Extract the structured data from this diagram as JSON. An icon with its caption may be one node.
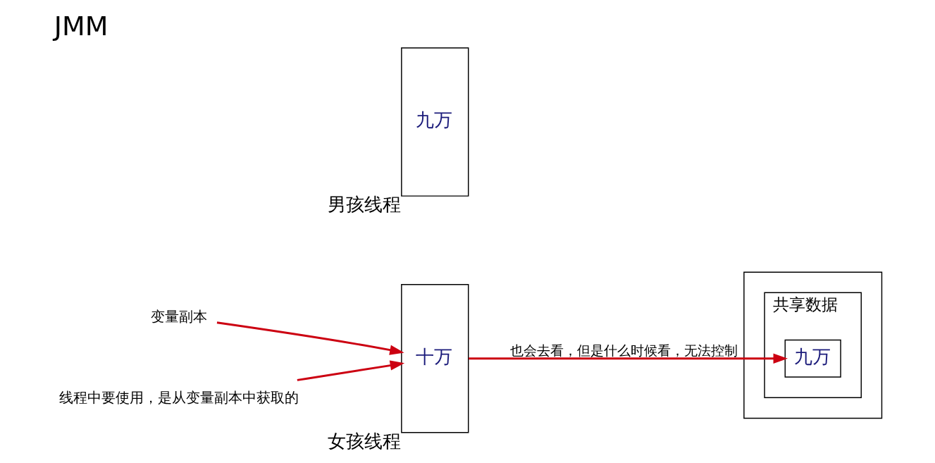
{
  "diagram": {
    "title": "JMM",
    "nodes": [
      {
        "text": [],
        "shape": "box"
      },
      {
        "text": [
          "共享数据"
        ],
        "in": 0
      },
      {
        "text": [
          "九万"
        ],
        "in": 1
      },
      {
        "text": [
          "九万"
        ],
        "beside": [
          "男孩线程"
        ]
      },
      {
        "text": [
          "十万"
        ],
        "beside": [
          "女孩线程"
        ]
      },
      {
        "text": [
          "变量副本"
        ]
      },
      {
        "text": [
          "线程中要使用，是从变量副本中获取的"
        ]
      }
    ],
    "edges": [
      {
        "from": 5,
        "to": 4,
        "arrow": "to"
      },
      {
        "from": 6,
        "to": 4,
        "arrow": "to"
      },
      {
        "from": 4,
        "to": 2,
        "arrow": "to",
        "label": "也会去看，但是什么时候看，无法控制"
      }
    ]
  }
}
